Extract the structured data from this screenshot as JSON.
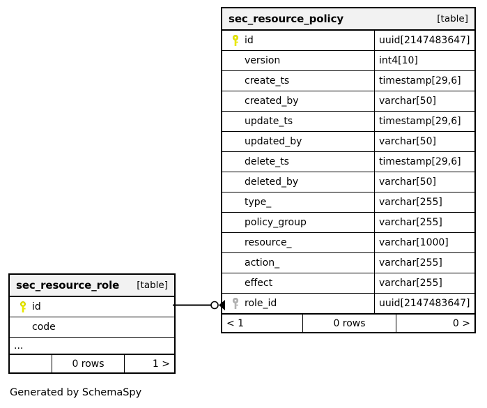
{
  "diagram": {
    "caption": "Generated by SchemaSpy",
    "key_colors": {
      "primary_key": "#e8e800",
      "foreign_key": "#b3b3b3"
    }
  },
  "tables": [
    {
      "id": "sec_resource_policy",
      "title": "sec_resource_policy",
      "kind": "[table]",
      "columns": [
        {
          "key": "primary",
          "name": "id",
          "type": "uuid[2147483647]"
        },
        {
          "key": "none",
          "name": "version",
          "type": "int4[10]"
        },
        {
          "key": "none",
          "name": "create_ts",
          "type": "timestamp[29,6]"
        },
        {
          "key": "none",
          "name": "created_by",
          "type": "varchar[50]"
        },
        {
          "key": "none",
          "name": "update_ts",
          "type": "timestamp[29,6]"
        },
        {
          "key": "none",
          "name": "updated_by",
          "type": "varchar[50]"
        },
        {
          "key": "none",
          "name": "delete_ts",
          "type": "timestamp[29,6]"
        },
        {
          "key": "none",
          "name": "deleted_by",
          "type": "varchar[50]"
        },
        {
          "key": "none",
          "name": "type_",
          "type": "varchar[255]"
        },
        {
          "key": "none",
          "name": "policy_group",
          "type": "varchar[255]"
        },
        {
          "key": "none",
          "name": "resource_",
          "type": "varchar[1000]"
        },
        {
          "key": "none",
          "name": "action_",
          "type": "varchar[255]"
        },
        {
          "key": "none",
          "name": "effect",
          "type": "varchar[255]"
        },
        {
          "key": "foreign",
          "name": "role_id",
          "type": "uuid[2147483647]"
        }
      ],
      "footer": {
        "left": "< 1",
        "center": "0 rows",
        "right": "0 >"
      }
    },
    {
      "id": "sec_resource_role",
      "title": "sec_resource_role",
      "kind": "[table]",
      "columns": [
        {
          "key": "primary",
          "name": "id",
          "type": ""
        },
        {
          "key": "none",
          "name": "code",
          "type": ""
        }
      ],
      "ellipsis": "...",
      "footer": {
        "left": "",
        "center": "0 rows",
        "right": "1 >"
      }
    }
  ],
  "relationship": {
    "from": "sec_resource_role.id",
    "to": "sec_resource_policy.role_id",
    "source_marker": "zero-circle",
    "target_marker": "crows-foot"
  }
}
